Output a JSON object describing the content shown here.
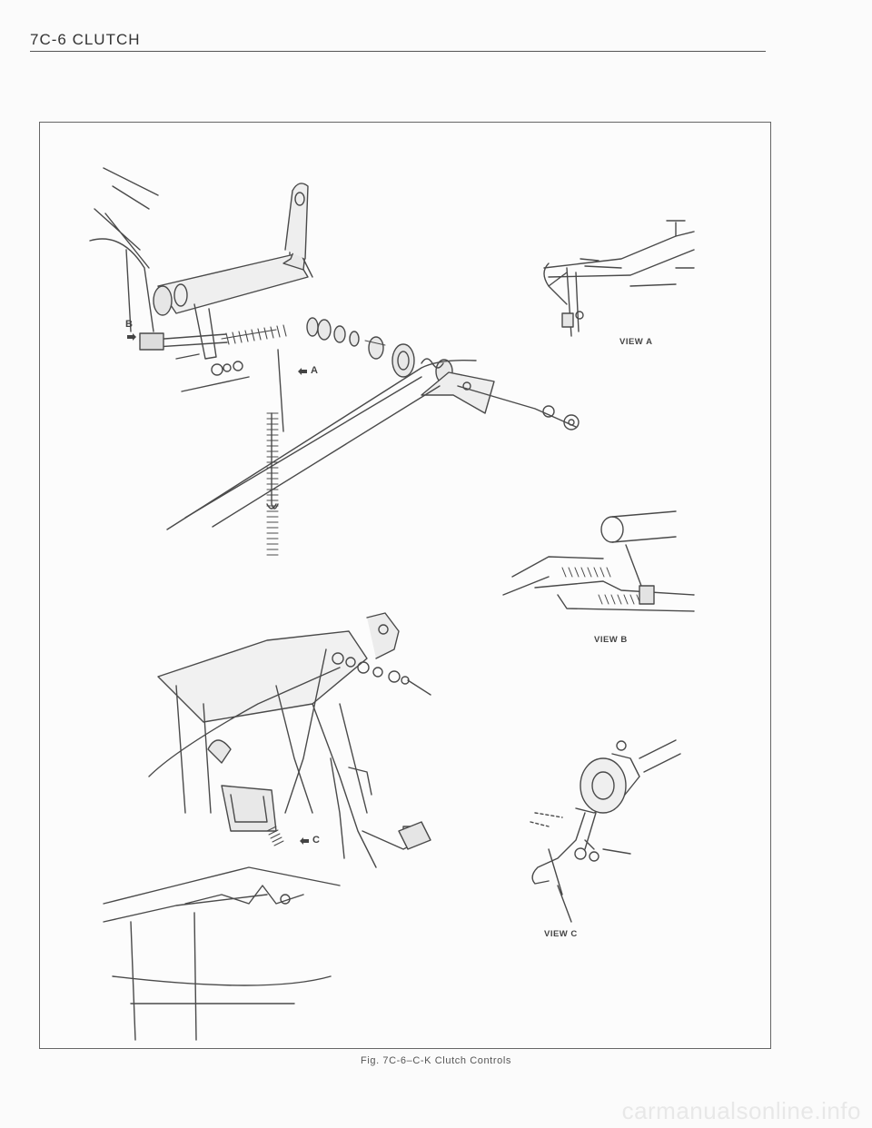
{
  "header": {
    "title": "7C-6   CLUTCH"
  },
  "figure": {
    "caption": "Fig. 7C-6–C-K Clutch Controls",
    "views": {
      "a": "VIEW A",
      "b": "VIEW B",
      "c": "VIEW C"
    },
    "callouts": {
      "a": "A",
      "b": "B",
      "c": "C"
    }
  },
  "watermark": "carmanualsonline.info",
  "colors": {
    "ink": "#444444",
    "paper": "#fbfbfb"
  }
}
